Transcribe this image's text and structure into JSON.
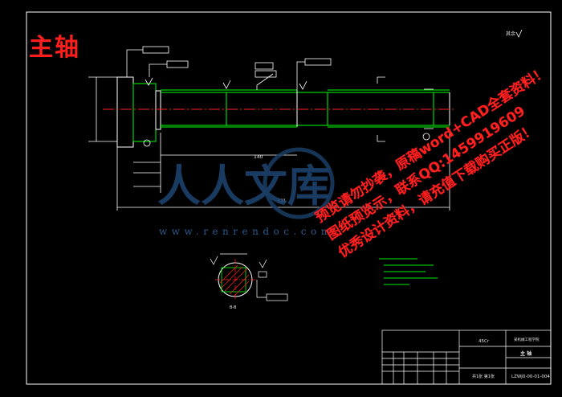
{
  "drawing": {
    "title": "主轴",
    "labels": {
      "brand_watermark": "人人文库",
      "url_watermark": "www.renrendoc.com",
      "roughness_note": "其余",
      "dim_140": "140",
      "dim_total": "331",
      "section_label": "B-B",
      "part_name_cell": "主 轴",
      "drawing_no": "LZWJ0-00-01-004",
      "material": "45Cr",
      "scale_row": "共1张 第1张",
      "tb_header": "某机械工程学院"
    },
    "stamp_lines": [
      "预览请勿抄袭，原稿word+CAD全套资料！",
      "图纸预览示，联系QQ:1459919609",
      "优秀设计资料，请充值下载购买正版！"
    ]
  },
  "colors": {
    "background": "#000000",
    "outline": "#ffffff",
    "green": "#00ff00",
    "red": "#ff2020",
    "cyan": "#00a0a0",
    "watermark": "#1b3e66"
  }
}
